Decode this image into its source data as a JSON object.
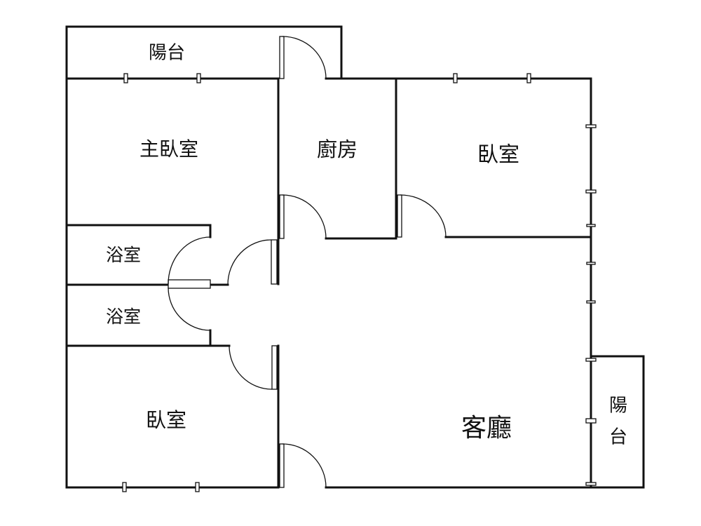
{
  "plan": {
    "line_color": "#111111",
    "rooms": {
      "balcony_top": "陽台",
      "master_bedroom": "主臥室",
      "kitchen": "廚房",
      "bedroom_right": "臥室",
      "bathroom_1": "浴室",
      "bathroom_2": "浴室",
      "bedroom_left": "臥室",
      "living_room": "客廳",
      "balcony_right_1": "陽",
      "balcony_right_2": "台"
    }
  }
}
